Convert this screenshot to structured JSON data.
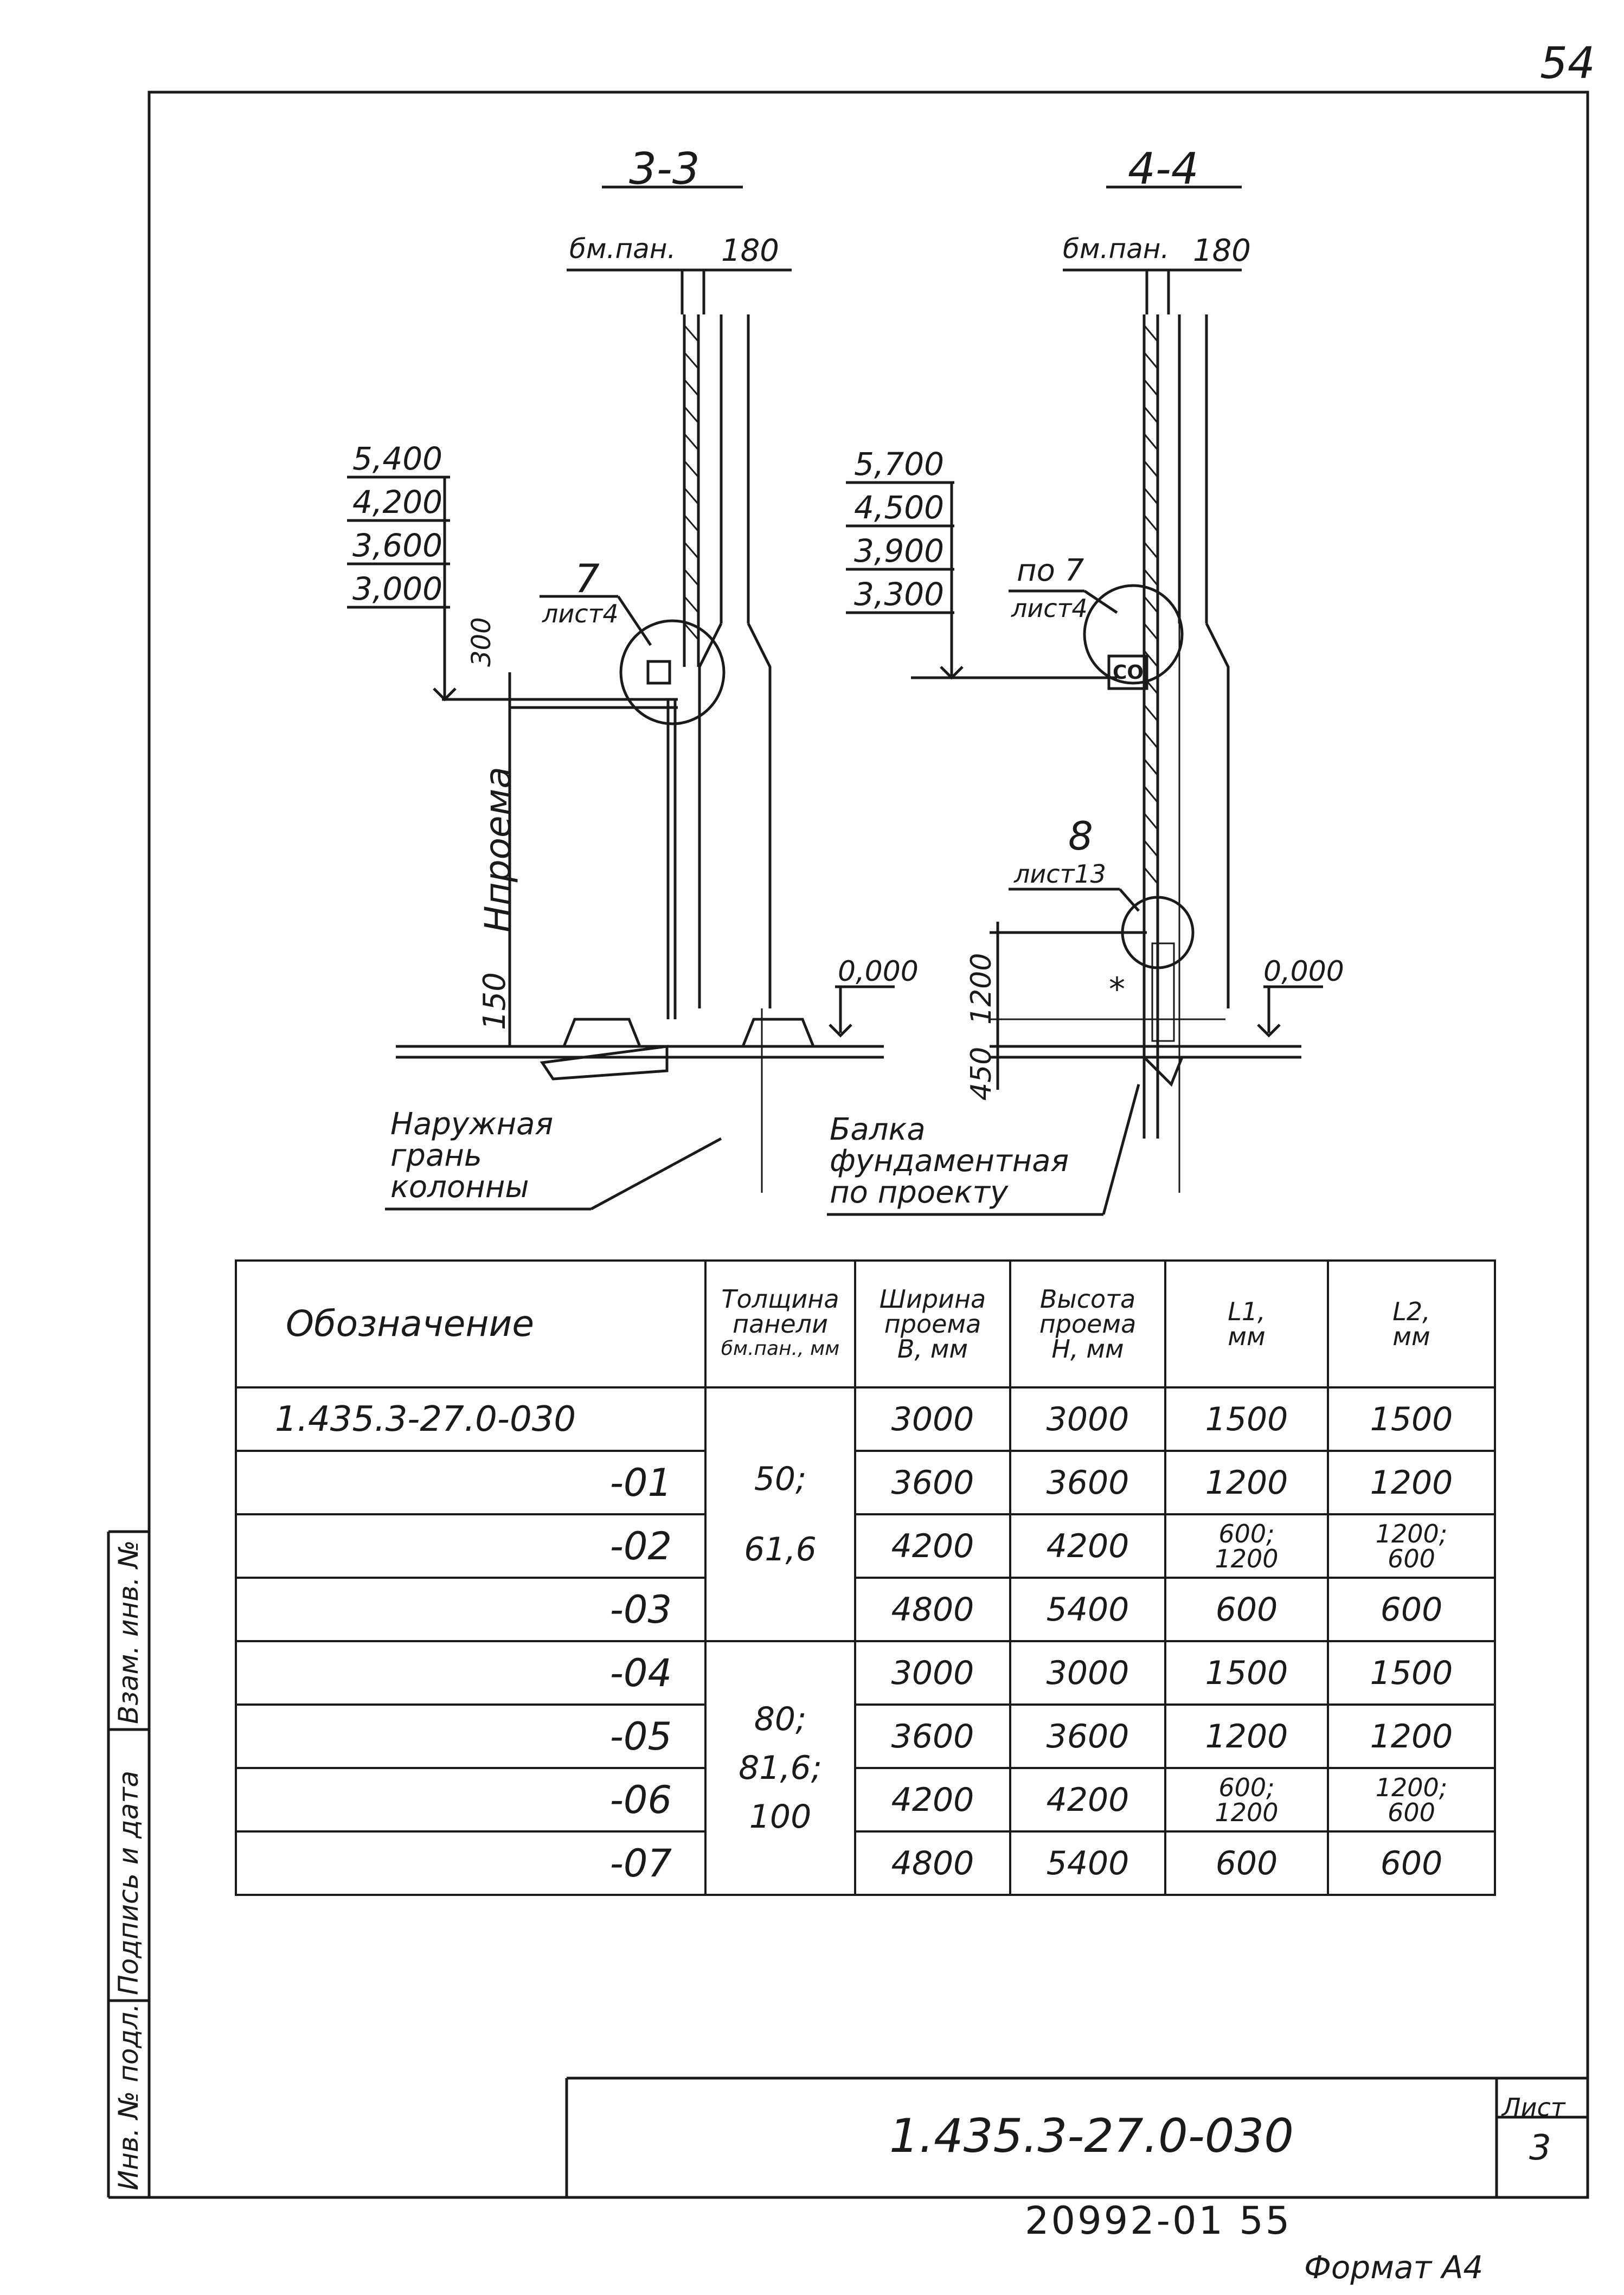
{
  "page_number": "54",
  "sections": {
    "left_title": "3-3",
    "right_title": "4-4",
    "left_top_dim": "бм.пан.",
    "left_top_dim_value": "180",
    "right_top_dim": "бм.пан.",
    "right_top_dim_value": "180"
  },
  "left_elevations": [
    "5,400",
    "4,200",
    "3,600",
    "3,000"
  ],
  "right_elevations": [
    "5,700",
    "4,500",
    "3,900",
    "3,300"
  ],
  "left_callout": {
    "number": "7",
    "sheet": "лист4"
  },
  "right_callout": {
    "number": "по 7",
    "sheet": "лист4"
  },
  "right_callout2": {
    "number": "8",
    "sheet": "лист13"
  },
  "left_dims": {
    "d300": "300",
    "h_opening": "Нпроема",
    "d150": "150",
    "zero": "0,000"
  },
  "right_dims": {
    "d1200": "1200",
    "d450": "450",
    "zero": "0,000",
    "star": "*",
    "box": "СО"
  },
  "notes": {
    "outer_face": [
      "Наружная",
      "грань",
      "колонны"
    ],
    "foundation_beam": [
      "Балка",
      "фундаментная",
      "по проекту"
    ]
  },
  "table": {
    "headers": {
      "designation": "Обозначение",
      "thickness": [
        "Толщина",
        "панели",
        "бм.пан., мм"
      ],
      "width": [
        "Ширина",
        "проема",
        "В, мм"
      ],
      "height": [
        "Высота",
        "проема",
        "Н, мм"
      ],
      "l1": [
        "L1,",
        "мм"
      ],
      "l2": [
        "L2,",
        "мм"
      ]
    },
    "group1_thickness": [
      "50;",
      "61,6"
    ],
    "group2_thickness": [
      "80;",
      "81,6;",
      "100"
    ],
    "rows": [
      {
        "designation": "1.435.3-27.0-030",
        "b": "3000",
        "h": "3000",
        "l1": "1500",
        "l2": "1500"
      },
      {
        "designation": "-01",
        "b": "3600",
        "h": "3600",
        "l1": "1200",
        "l2": "1200"
      },
      {
        "designation": "-02",
        "b": "4200",
        "h": "4200",
        "l1": [
          "600;",
          "1200"
        ],
        "l2": [
          "1200;",
          "600"
        ]
      },
      {
        "designation": "-03",
        "b": "4800",
        "h": "5400",
        "l1": "600",
        "l2": "600"
      },
      {
        "designation": "-04",
        "b": "3000",
        "h": "3000",
        "l1": "1500",
        "l2": "1500"
      },
      {
        "designation": "-05",
        "b": "3600",
        "h": "3600",
        "l1": "1200",
        "l2": "1200"
      },
      {
        "designation": "-06",
        "b": "4200",
        "h": "4200",
        "l1": [
          "600;",
          "1200"
        ],
        "l2": [
          "1200;",
          "600"
        ]
      },
      {
        "designation": "-07",
        "b": "4800",
        "h": "5400",
        "l1": "600",
        "l2": "600"
      }
    ]
  },
  "stamp": {
    "inv_no": "Инв. № подл.",
    "signature_date": "Подпись и дата",
    "replaced_inv": "Взам. инв. №"
  },
  "title_block": {
    "code": "1.435.3-27.0-030",
    "sheet_label": "Лист",
    "sheet_value": "3"
  },
  "archive_number": "20992-01   55",
  "format_label": "Формат А4"
}
